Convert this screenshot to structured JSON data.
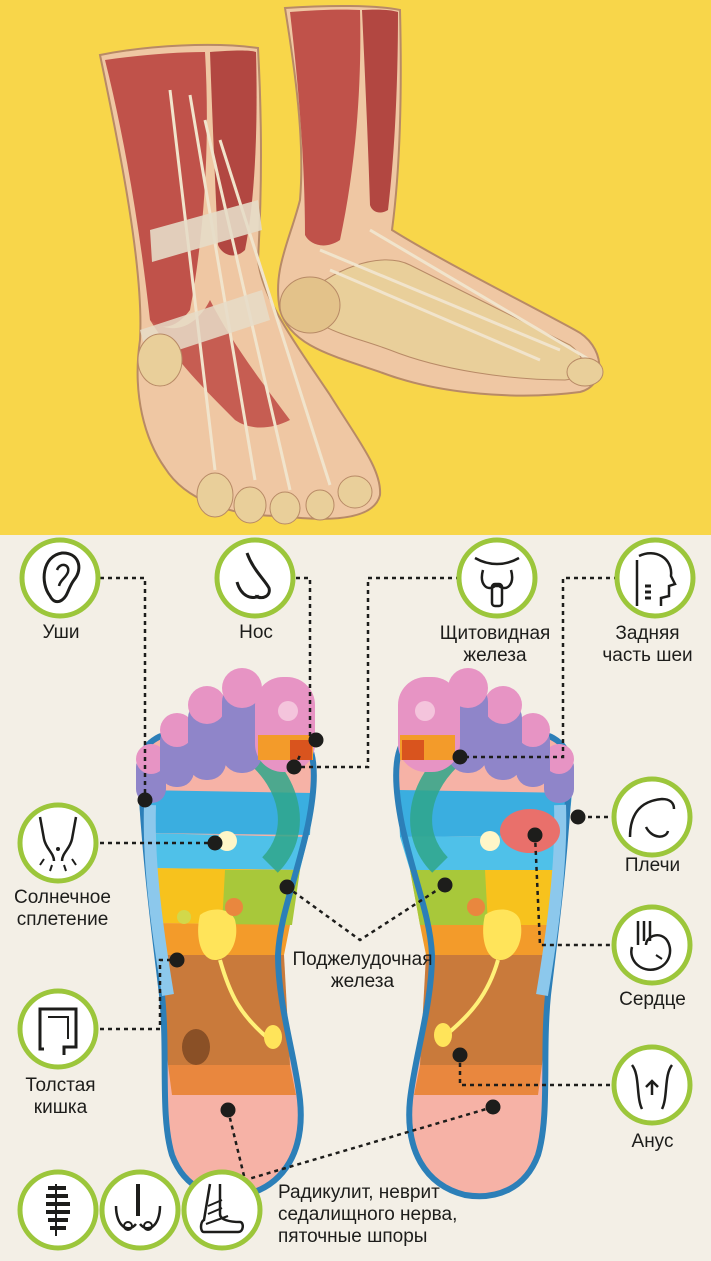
{
  "colors": {
    "top_background": "#f8d64a",
    "bottom_background": "#f3efe6",
    "icon_ring": "#9cc63b",
    "muscle": "#c0524a",
    "bone": "#e9cf9a",
    "dotted_line": "#1d1d1b"
  },
  "zones": {
    "ears": "Уши",
    "nose": "Нос",
    "thyroid": "Щитовидная\nжелеза",
    "neck_back": "Задняя\nчасть шеи",
    "solar_plexus": "Солнечное\nсплетение",
    "shoulders": "Плечи",
    "pancreas": "Поджелудочная\nжелеза",
    "heart": "Сердце",
    "colon": "Толстая\nкишка",
    "anus": "Анус",
    "sciatica": "Радикулит, неврит\nседалищного нерва,\nпяточные шпоры"
  },
  "icons": {
    "ears": "ear-icon",
    "nose": "nose-icon",
    "thyroid": "thyroid-icon",
    "neck_back": "neck-icon",
    "solar_plexus": "solar-plexus-icon",
    "shoulders": "shoulder-icon",
    "heart": "heart-icon",
    "colon": "colon-icon",
    "anus": "anus-icon",
    "spine": "spine-icon",
    "pelvis": "pelvis-icon",
    "bandaged_foot": "bandaged-foot-icon"
  }
}
